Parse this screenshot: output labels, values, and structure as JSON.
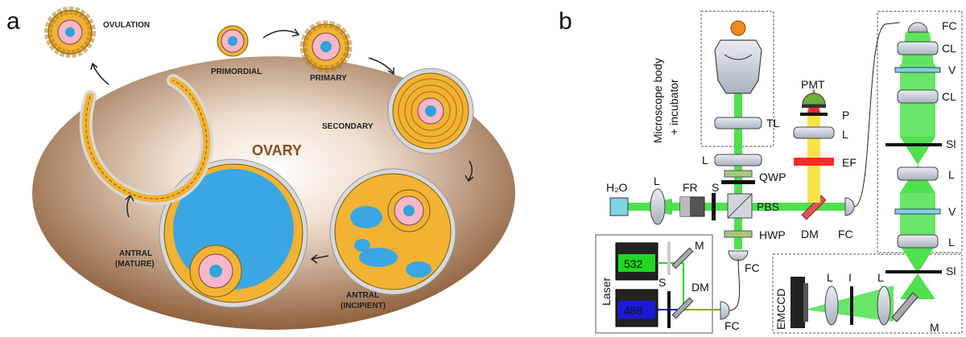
{
  "panel_a": {
    "letter": "a",
    "ovary_label": "OVARY",
    "stages": {
      "ovulation": "OVULATION",
      "primordial": "PRIMORDIAL",
      "primary": "PRIMARY",
      "secondary": "SECONDARY",
      "antral_incipient_1": "ANTRAL",
      "antral_incipient_2": "(INCIPIENT)",
      "antral_mature_1": "ANTRAL",
      "antral_mature_2": "(MATURE)"
    },
    "colors": {
      "ovary_light": "#fbf4ee",
      "ovary_dark": "#8a5a35",
      "granulosa": "#f2b233",
      "oocyte": "#f7b7c6",
      "nucleus": "#2fa3dc",
      "antrum": "#3aa6e3",
      "theca": "#c9c9c9"
    }
  },
  "panel_b": {
    "letter": "b",
    "incubator_line1": "Microscope body",
    "incubator_line2": "+ incubator",
    "labels": {
      "fc_top": "FC",
      "cl1": "CL",
      "v1": "V",
      "cl2": "CL",
      "sl1": "Sl",
      "l_right1": "L",
      "v2": "V",
      "l_right2": "L",
      "sl2": "Sl",
      "tl": "TL",
      "pmt": "PMT",
      "p": "P",
      "l_pmt": "L",
      "ef": "EF",
      "l_obj": "L",
      "qwp": "QWP",
      "h2o": "H₂O",
      "l_h2o": "L",
      "fr": "FR",
      "s_main": "S",
      "pbs": "PBS",
      "dm_main": "DM",
      "fc_mid": "FC",
      "hwp": "HWP",
      "fc_low": "FC",
      "m_laser": "M",
      "dm_laser": "DM",
      "s_laser": "S",
      "laser": "Laser",
      "laser_532": "532",
      "laser_488": "488",
      "fc_laser": "FC",
      "emccd": "EMCCD",
      "l_cam1": "L",
      "i_cam": "I",
      "l_cam2": "L",
      "m_cam": "M"
    },
    "colors": {
      "beam_green": "#4fe04f",
      "beam_blue": "#1b1bd6",
      "beam_red": "#ff2a2a",
      "beam_yellow": "#f6e44a",
      "laser_532": "#22d622",
      "laser_488": "#1a1ad8",
      "optic": "#c7cdd6",
      "water": "#7fd3e3"
    }
  }
}
